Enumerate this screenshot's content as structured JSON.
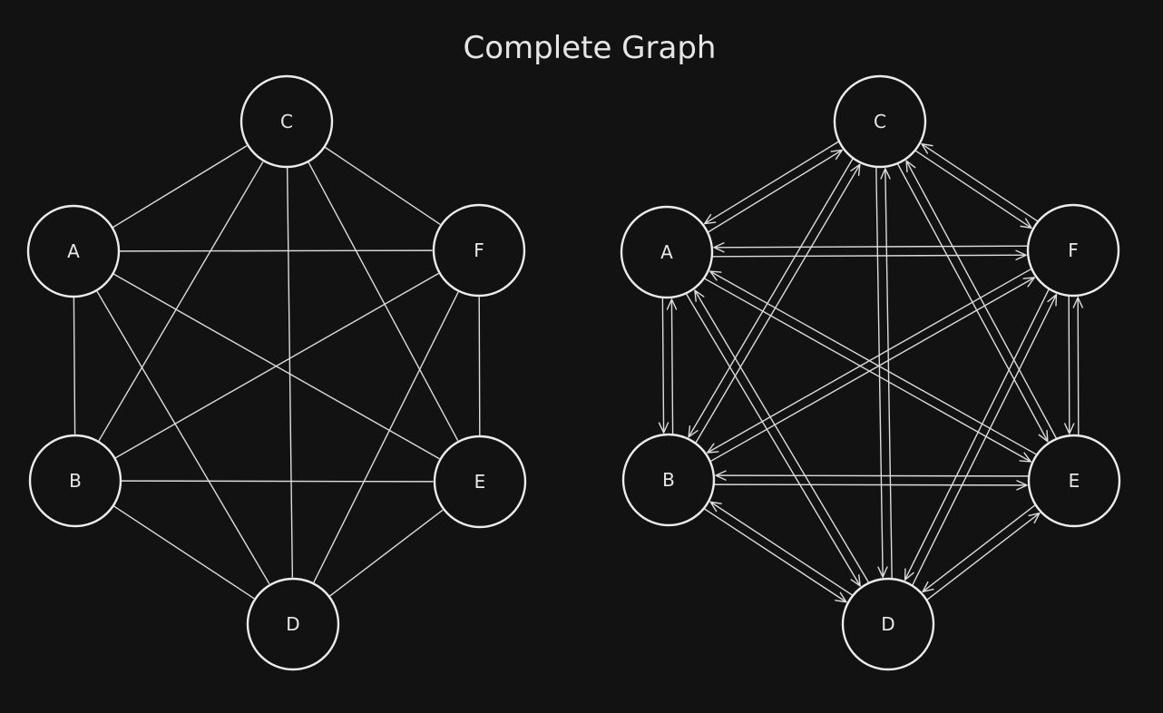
{
  "diagram": {
    "title": "Complete Graph",
    "colors": {
      "background": "#121212",
      "stroke": "#e6e6e6"
    },
    "graphs": [
      {
        "id": "undirected",
        "directed": false,
        "nodes": [
          "A",
          "B",
          "C",
          "D",
          "E",
          "F"
        ],
        "edges": [
          [
            "A",
            "B"
          ],
          [
            "A",
            "C"
          ],
          [
            "A",
            "D"
          ],
          [
            "A",
            "E"
          ],
          [
            "A",
            "F"
          ],
          [
            "B",
            "C"
          ],
          [
            "B",
            "D"
          ],
          [
            "B",
            "E"
          ],
          [
            "B",
            "F"
          ],
          [
            "C",
            "D"
          ],
          [
            "C",
            "E"
          ],
          [
            "C",
            "F"
          ],
          [
            "D",
            "E"
          ],
          [
            "D",
            "F"
          ],
          [
            "E",
            "F"
          ]
        ]
      },
      {
        "id": "directed",
        "directed": true,
        "nodes": [
          "A",
          "B",
          "C",
          "D",
          "E",
          "F"
        ],
        "edges": [
          [
            "A",
            "B"
          ],
          [
            "B",
            "A"
          ],
          [
            "A",
            "C"
          ],
          [
            "C",
            "A"
          ],
          [
            "A",
            "D"
          ],
          [
            "D",
            "A"
          ],
          [
            "A",
            "E"
          ],
          [
            "E",
            "A"
          ],
          [
            "A",
            "F"
          ],
          [
            "F",
            "A"
          ],
          [
            "B",
            "C"
          ],
          [
            "C",
            "B"
          ],
          [
            "B",
            "D"
          ],
          [
            "D",
            "B"
          ],
          [
            "B",
            "E"
          ],
          [
            "E",
            "B"
          ],
          [
            "B",
            "F"
          ],
          [
            "F",
            "B"
          ],
          [
            "C",
            "D"
          ],
          [
            "D",
            "C"
          ],
          [
            "C",
            "E"
          ],
          [
            "E",
            "C"
          ],
          [
            "C",
            "F"
          ],
          [
            "F",
            "C"
          ],
          [
            "D",
            "E"
          ],
          [
            "E",
            "D"
          ],
          [
            "D",
            "F"
          ],
          [
            "F",
            "D"
          ],
          [
            "E",
            "F"
          ],
          [
            "F",
            "E"
          ]
        ]
      }
    ]
  }
}
